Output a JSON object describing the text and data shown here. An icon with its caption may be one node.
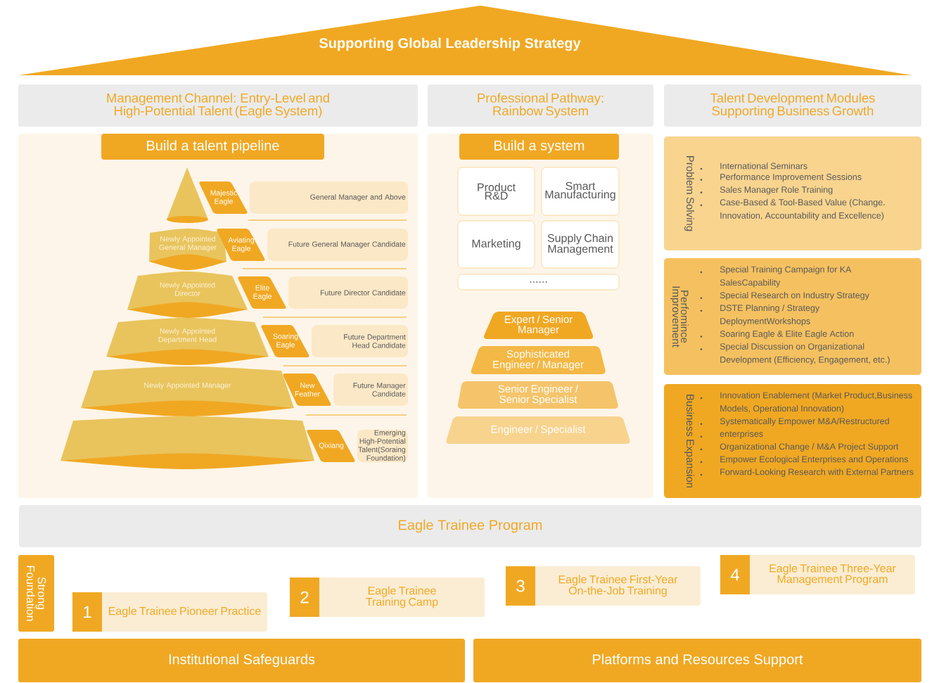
{
  "diagram": {
    "nodes": [
      {
        "text": [
          "Supporting Global Leadership Strategy"
        ]
      },
      {
        "text": [
          "Management Channel: Entry-Level and High-Potential Talent (Eagle System)"
        ]
      },
      {
        "text": [
          "Professional Pathway: Rainbow System"
        ]
      },
      {
        "text": [
          "Talent Development Modules Supporting Business Growth"
        ]
      },
      {
        "text": [],
        "shape": "box"
      },
      {
        "text": [
          "Build a talent pipeline"
        ],
        "in": 4
      },
      {
        "text": [],
        "shape": "cone",
        "in": 4
      },
      {
        "text": [
          "Majestic Eagle"
        ],
        "in": 4
      },
      {
        "text": [
          "General Manager and Above"
        ],
        "in": 4
      },
      {
        "text": [
          "Newly Appointed General Manager"
        ],
        "in": 4
      },
      {
        "text": [
          "Aviating Eagle"
        ],
        "in": 4
      },
      {
        "text": [
          "Future General Manager Candidate"
        ],
        "in": 4
      },
      {
        "text": [
          "Newly Appointed Director"
        ],
        "in": 4
      },
      {
        "text": [
          "Elite Eagle"
        ],
        "in": 4
      },
      {
        "text": [
          "Future Director Candidate"
        ],
        "in": 4
      },
      {
        "text": [
          "Newly Appointed Department Head"
        ],
        "in": 4
      },
      {
        "text": [
          "Soaring Eagle"
        ],
        "in": 4
      },
      {
        "text": [
          "Future Department Head Candidate"
        ],
        "in": 4
      },
      {
        "text": [
          "Newly Appointed Manager"
        ],
        "in": 4
      },
      {
        "text": [
          "New Feather"
        ],
        "in": 4
      },
      {
        "text": [
          "Future Manager Candidate"
        ],
        "in": 4
      },
      {
        "text": [],
        "shape": "trapezoid",
        "in": 4
      },
      {
        "text": [
          "Qixiang"
        ],
        "in": 4
      },
      {
        "text": [
          "Emerging High-Potential Talent(Soraing Foundation)"
        ],
        "in": 4
      },
      {
        "text": [],
        "shape": "box"
      },
      {
        "text": [
          "Build a system"
        ],
        "in": 24
      },
      {
        "text": [
          "Product R&D"
        ],
        "in": 24
      },
      {
        "text": [
          "Smart Manufacturing"
        ],
        "in": 24
      },
      {
        "text": [
          "Marketing"
        ],
        "in": 24
      },
      {
        "text": [
          "Supply Chain Management"
        ],
        "in": 24
      },
      {
        "text": [
          "......"
        ],
        "in": 24
      },
      {
        "text": [
          "Expert / Senior Manager"
        ],
        "in": 24
      },
      {
        "text": [
          "Sophisticated Engineer / Manager"
        ],
        "in": 24
      },
      {
        "text": [
          "Senior Engineer / Senior Specialist"
        ],
        "in": 24
      },
      {
        "text": [
          "Engineer / Specialist"
        ],
        "in": 24
      },
      {
        "text": [
          "Problem Solving",
          "International Seminars",
          "Performance Improvement Sessions",
          "Sales Manager Role Training",
          "Case-Based & Tool-Based Value (Change. Innovation, Accountability and Excellence)"
        ]
      },
      {
        "text": [
          "Perfomince Improvement",
          "Special Training Campaign for KA SalesCapability",
          "Special Research on Industry Strategy",
          "DSTE Planning / Strategy DeploymentWorkshops",
          "Soaring Eagle & Elite Eagle Action",
          "Special Discussion on Organizational Development (Efficiency, Engagement, etc.)"
        ]
      },
      {
        "text": [
          "Business Expansion",
          "Innovation Enablement (Market Product,Business Models, Operational Innovation)",
          "Systematically Empower M&A/Restructured",
          "enterprises",
          "Organizational Change / M&A Project Support",
          "Empower Ecological Enterprises and Operations",
          "Forward-Looking Research with External Partners"
        ]
      },
      {
        "text": [
          "Eagle Trainee Program"
        ]
      },
      {
        "text": [
          "Strong Foundation"
        ]
      },
      {
        "text": [
          "1",
          "Eagle Trainee Pioneer Practice"
        ]
      },
      {
        "text": [
          "2",
          "Eagle Trainee Training Camp"
        ]
      },
      {
        "text": [
          "3",
          "Eagle Trainee First-Year On-the-Job Training"
        ]
      },
      {
        "text": [
          "4",
          "Eagle Trainee Three-Year Management Program"
        ]
      },
      {
        "text": [
          "Institutional Safeguards"
        ]
      },
      {
        "text": [
          "Platforms and Resources Support"
        ]
      }
    ]
  }
}
